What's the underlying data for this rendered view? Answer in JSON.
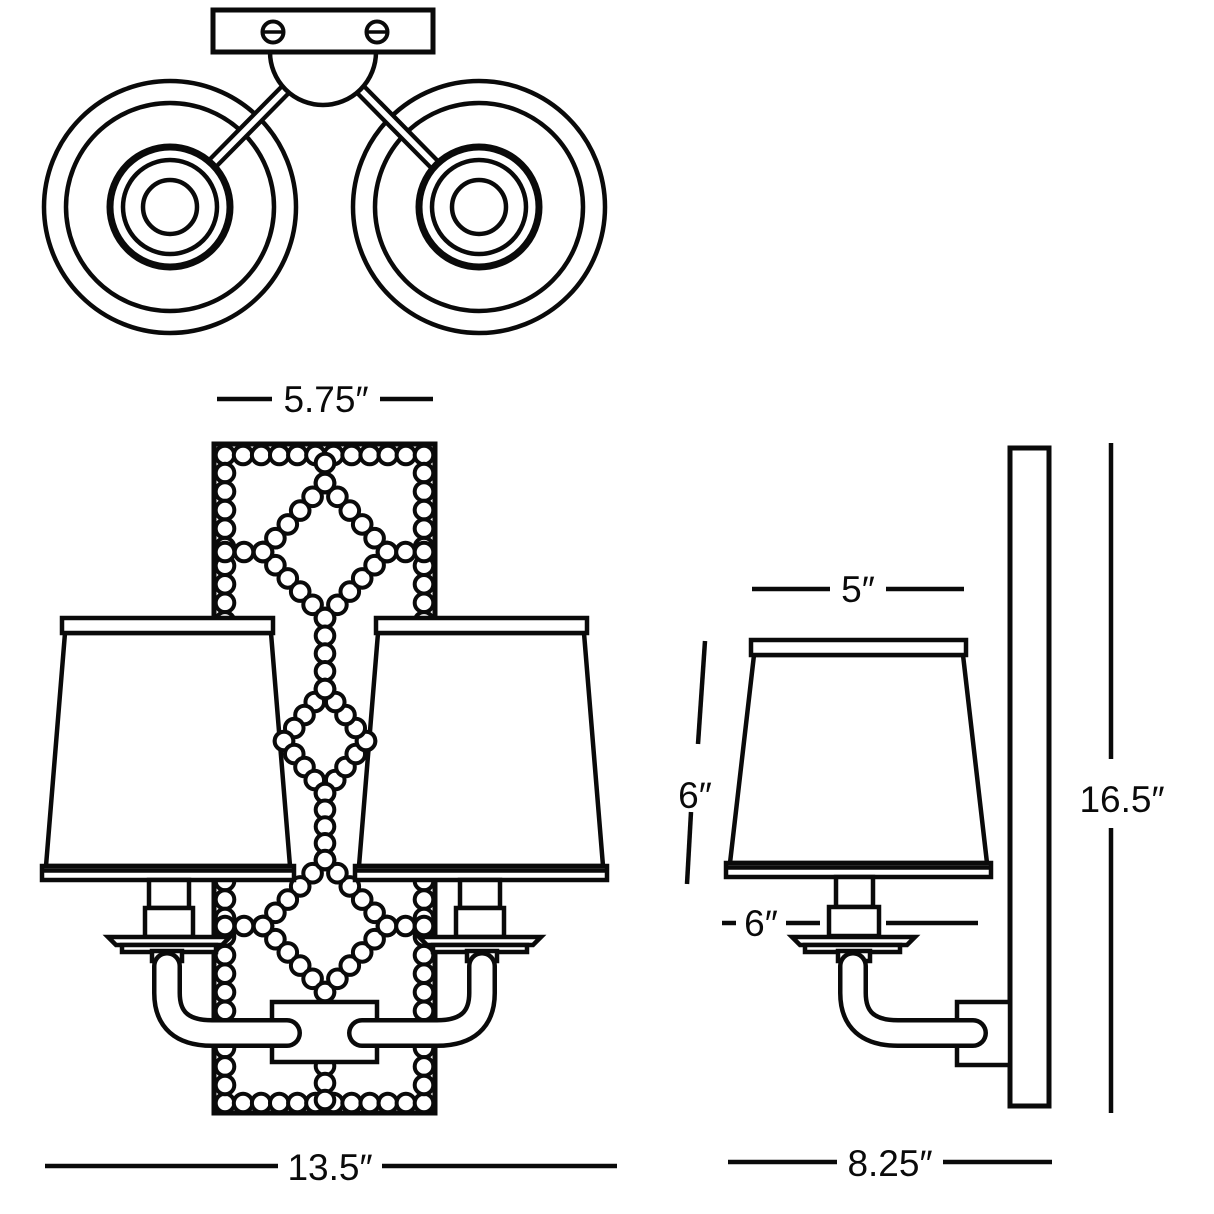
{
  "diagram": {
    "subject": "two-light wall sconce technical drawing, three views",
    "line_color": "#0a0a0a",
    "background_color": "#ffffff",
    "dimensions": {
      "backplate_width": "5.75″",
      "fixture_width": "13.5″",
      "shade_top_width": "5″",
      "shade_height": "6″",
      "extension": "6″",
      "fixture_height": "16.5″",
      "fixture_depth": "8.25″"
    }
  }
}
